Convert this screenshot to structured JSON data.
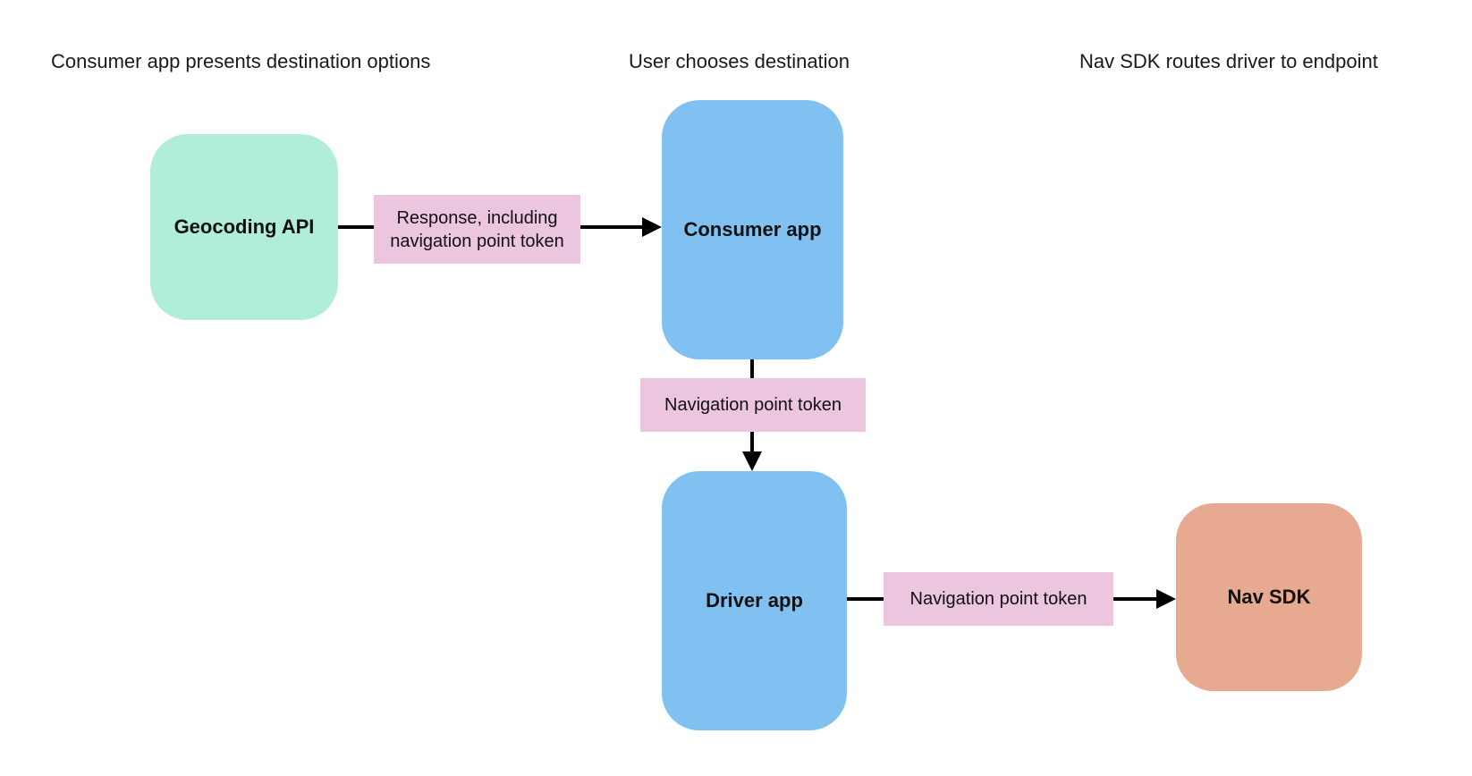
{
  "colors": {
    "background": "#ffffff",
    "node_mint": "#b1eed8",
    "node_blue": "#80c1f1",
    "node_salmon": "#e7a98f",
    "edge_label_pink": "#ecc5de",
    "arrow": "#000000",
    "text": "#1a1a1a"
  },
  "diagram": {
    "phases": [
      {
        "label": "Consumer app presents destination options"
      },
      {
        "label": "User chooses destination"
      },
      {
        "label": "Nav SDK routes driver to endpoint"
      }
    ],
    "nodes": [
      {
        "id": "geocoding-api",
        "label": "Geocoding API",
        "color": "#b1eed8"
      },
      {
        "id": "consumer-app",
        "label": "Consumer app",
        "color": "#80c1f1"
      },
      {
        "id": "driver-app",
        "label": "Driver app",
        "color": "#80c1f1"
      },
      {
        "id": "nav-sdk",
        "label": "Nav SDK",
        "color": "#e7a98f"
      }
    ],
    "edges": [
      {
        "from": "geocoding-api",
        "to": "consumer-app",
        "label": "Response, including navigation point token"
      },
      {
        "from": "consumer-app",
        "to": "driver-app",
        "label": "Navigation point token"
      },
      {
        "from": "driver-app",
        "to": "nav-sdk",
        "label": "Navigation point token"
      }
    ]
  }
}
